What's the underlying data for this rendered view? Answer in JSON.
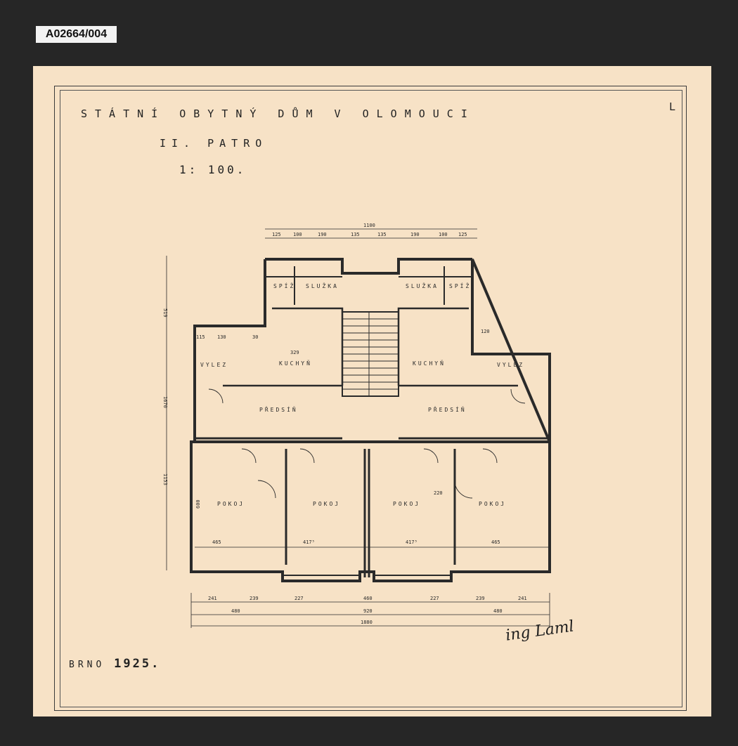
{
  "archive_id": "A02664/004",
  "sheet": {
    "title": "STÁTNÍ OBYTNÝ DŮM V OLOMOUCI",
    "floor": "II. PATRO",
    "scale": "1: 100.",
    "corner_mark": "L",
    "place": "BRNO",
    "year": "1925.",
    "signature": "ing Laml"
  },
  "plan": {
    "rooms": {
      "pokoj": "POKOJ",
      "kuchyn": "KUCHYŇ",
      "predsin": "PŘEDSÍŇ",
      "sluzka": "SLUŽKA",
      "spiz": "SPÍŽ",
      "vylez": "VYLEZ"
    },
    "dims": {
      "top_total": "1100",
      "top": [
        "125",
        "100",
        "190",
        "135",
        "135",
        "190",
        "100",
        "125"
      ],
      "side_upper": "519",
      "side_total": "1670",
      "side_lower": "1153",
      "bottom_row1": [
        "241",
        "239",
        "227",
        "460",
        "227",
        "239",
        "241"
      ],
      "bottom_row2": [
        "480",
        "920",
        "480"
      ],
      "bottom_total": "1880",
      "room_widths": [
        "465",
        "417⁵",
        "417⁵",
        "465"
      ],
      "room_height": "600",
      "door": "220",
      "kitchen": "329",
      "left_wing": [
        "115",
        "130",
        "30"
      ],
      "right_wing": "120"
    }
  }
}
